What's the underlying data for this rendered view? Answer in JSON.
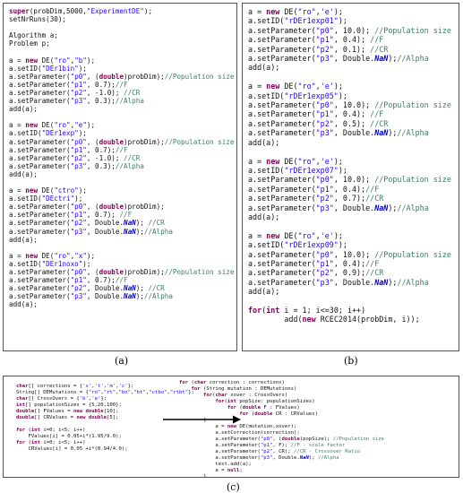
{
  "panel_a": [
    [
      [
        "kw",
        "super"
      ],
      [
        "t",
        "(probDim,5000,"
      ],
      [
        "str",
        "\"ExperimentDE\""
      ],
      [
        "t",
        ");"
      ]
    ],
    [
      [
        "t",
        "setNrRuns(30);"
      ]
    ],
    [],
    [
      [
        "t",
        "Algorithm a;"
      ]
    ],
    [
      [
        "t",
        "Problem p;"
      ]
    ],
    [],
    [
      [
        "t",
        "a = "
      ],
      [
        "kw",
        "new"
      ],
      [
        "t",
        " DE("
      ],
      [
        "str",
        "\"ro\""
      ],
      [
        "t",
        ","
      ],
      [
        "str",
        "\"b\""
      ],
      [
        "t",
        ");"
      ]
    ],
    [
      [
        "t",
        "a.setID("
      ],
      [
        "str",
        "\"DEr1bin\""
      ],
      [
        "t",
        ");"
      ]
    ],
    [
      [
        "t",
        "a.setParameter("
      ],
      [
        "str",
        "\"p0\""
      ],
      [
        "t",
        ", ("
      ],
      [
        "kw",
        "double"
      ],
      [
        "t",
        ")probDim);"
      ],
      [
        "cm",
        "//Population size"
      ]
    ],
    [
      [
        "t",
        "a.setParameter("
      ],
      [
        "str",
        "\"p1\""
      ],
      [
        "t",
        ", 0.7);"
      ],
      [
        "cm",
        "//F"
      ]
    ],
    [
      [
        "t",
        "a.setParameter("
      ],
      [
        "str",
        "\"p2\""
      ],
      [
        "t",
        ", -1.0); "
      ],
      [
        "cm",
        "//CR"
      ]
    ],
    [
      [
        "t",
        "a.setParameter("
      ],
      [
        "str",
        "\"p3\""
      ],
      [
        "t",
        ", 0.3);"
      ],
      [
        "cm",
        "//Alpha"
      ]
    ],
    [
      [
        "t",
        "add(a);"
      ]
    ],
    [],
    [
      [
        "t",
        "a = "
      ],
      [
        "kw",
        "new"
      ],
      [
        "t",
        " DE("
      ],
      [
        "str",
        "\"ro\""
      ],
      [
        "t",
        ","
      ],
      [
        "str",
        "\"e\""
      ],
      [
        "t",
        ");"
      ]
    ],
    [
      [
        "t",
        "a.setID("
      ],
      [
        "str",
        "\"DEr1exp\""
      ],
      [
        "t",
        ");"
      ]
    ],
    [
      [
        "t",
        "a.setParameter("
      ],
      [
        "str",
        "\"p0\""
      ],
      [
        "t",
        ", ("
      ],
      [
        "kw",
        "double"
      ],
      [
        "t",
        ")probDim);"
      ],
      [
        "cm",
        "//Population size"
      ]
    ],
    [
      [
        "t",
        "a.setParameter("
      ],
      [
        "str",
        "\"p1\""
      ],
      [
        "t",
        ", 0.7);"
      ],
      [
        "cm",
        "//F"
      ]
    ],
    [
      [
        "t",
        "a.setParameter("
      ],
      [
        "str",
        "\"p2\""
      ],
      [
        "t",
        ", -1.0); "
      ],
      [
        "cm",
        "//CR"
      ]
    ],
    [
      [
        "t",
        "a.setParameter("
      ],
      [
        "str",
        "\"p3\""
      ],
      [
        "t",
        ", 0.3);"
      ],
      [
        "cm",
        "//Alpha"
      ]
    ],
    [
      [
        "t",
        "add(a);"
      ]
    ],
    [],
    [
      [
        "t",
        "a = "
      ],
      [
        "kw",
        "new"
      ],
      [
        "t",
        " DE("
      ],
      [
        "str",
        "\"ctro\""
      ],
      [
        "t",
        ");"
      ]
    ],
    [
      [
        "t",
        "a.setID("
      ],
      [
        "str",
        "\"DEctri\""
      ],
      [
        "t",
        ");"
      ]
    ],
    [
      [
        "t",
        "a.setParameter("
      ],
      [
        "str",
        "\"p0\""
      ],
      [
        "t",
        ", ("
      ],
      [
        "kw",
        "double"
      ],
      [
        "t",
        ")probDim);"
      ]
    ],
    [
      [
        "t",
        "a.setParameter("
      ],
      [
        "str",
        "\"p1\""
      ],
      [
        "t",
        ", 0.7); "
      ],
      [
        "cm",
        "//F"
      ]
    ],
    [
      [
        "t",
        "a.setParameter("
      ],
      [
        "str",
        "\"p2\""
      ],
      [
        "t",
        ", Double."
      ],
      [
        "fld",
        "NaN"
      ],
      [
        "t",
        "); "
      ],
      [
        "cm",
        "//CR"
      ]
    ],
    [
      [
        "t",
        "a.setParameter("
      ],
      [
        "str",
        "\"p3\""
      ],
      [
        "t",
        ", Double."
      ],
      [
        "fld",
        "NaN"
      ],
      [
        "t",
        ");"
      ],
      [
        "cm",
        "//Alpha"
      ]
    ],
    [
      [
        "t",
        "add(a);"
      ]
    ],
    [],
    [
      [
        "t",
        "a = "
      ],
      [
        "kw",
        "new"
      ],
      [
        "t",
        " DE("
      ],
      [
        "str",
        "\"ro\""
      ],
      [
        "t",
        ","
      ],
      [
        "str",
        "\"x\""
      ],
      [
        "t",
        ");"
      ]
    ],
    [
      [
        "t",
        "a.setID("
      ],
      [
        "str",
        "\"DEr1noxo\""
      ],
      [
        "t",
        ");"
      ]
    ],
    [
      [
        "t",
        "a.setParameter("
      ],
      [
        "str",
        "\"p0\""
      ],
      [
        "t",
        ", ("
      ],
      [
        "kw",
        "double"
      ],
      [
        "t",
        ")probDim);"
      ],
      [
        "cm",
        "//Population size"
      ]
    ],
    [
      [
        "t",
        "a.setParameter("
      ],
      [
        "str",
        "\"p1\""
      ],
      [
        "t",
        ", 0.7);"
      ],
      [
        "cm",
        "//F"
      ]
    ],
    [
      [
        "t",
        "a.setParameter("
      ],
      [
        "str",
        "\"p2\""
      ],
      [
        "t",
        ", Double."
      ],
      [
        "fld",
        "NaN"
      ],
      [
        "t",
        "); "
      ],
      [
        "cm",
        "//CR"
      ]
    ],
    [
      [
        "t",
        "a.setParameter("
      ],
      [
        "str",
        "\"p3\""
      ],
      [
        "t",
        ", Double."
      ],
      [
        "fld",
        "NaN"
      ],
      [
        "t",
        ");"
      ],
      [
        "cm",
        "//Alpha"
      ]
    ],
    [
      [
        "t",
        "add(a);"
      ]
    ]
  ],
  "panel_b": [
    [
      [
        "t",
        "a = "
      ],
      [
        "kw",
        "new"
      ],
      [
        "t",
        " DE("
      ],
      [
        "str",
        "\"ro\""
      ],
      [
        "t",
        ","
      ],
      [
        "str",
        "'e'"
      ],
      [
        "t",
        ");"
      ]
    ],
    [
      [
        "t",
        "a.setID("
      ],
      [
        "str",
        "\"rDEr1exp01\""
      ],
      [
        "t",
        ");"
      ]
    ],
    [
      [
        "t",
        "a.setParameter("
      ],
      [
        "str",
        "\"p0\""
      ],
      [
        "t",
        ", 10.0); "
      ],
      [
        "cm",
        "//Population size"
      ]
    ],
    [
      [
        "t",
        "a.setParameter("
      ],
      [
        "str",
        "\"p1\""
      ],
      [
        "t",
        ", 0.4); "
      ],
      [
        "cm",
        "//F"
      ]
    ],
    [
      [
        "t",
        "a.setParameter("
      ],
      [
        "str",
        "\"p2\""
      ],
      [
        "t",
        ", 0.1); "
      ],
      [
        "cm",
        "//CR"
      ]
    ],
    [
      [
        "t",
        "a.setParameter("
      ],
      [
        "str",
        "\"p3\""
      ],
      [
        "t",
        ", Double."
      ],
      [
        "fld",
        "NaN"
      ],
      [
        "t",
        ");"
      ],
      [
        "cm",
        "//Alpha"
      ]
    ],
    [
      [
        "t",
        "add(a);"
      ]
    ],
    [],
    [
      [
        "t",
        "a = "
      ],
      [
        "kw",
        "new"
      ],
      [
        "t",
        " DE("
      ],
      [
        "str",
        "\"ro\""
      ],
      [
        "t",
        ","
      ],
      [
        "str",
        "'e'"
      ],
      [
        "t",
        ");"
      ]
    ],
    [
      [
        "t",
        "a.setID("
      ],
      [
        "str",
        "\"rDEr1exp05\""
      ],
      [
        "t",
        ");"
      ]
    ],
    [
      [
        "t",
        "a.setParameter("
      ],
      [
        "str",
        "\"p0\""
      ],
      [
        "t",
        ", 10.0); "
      ],
      [
        "cm",
        "//Population size"
      ]
    ],
    [
      [
        "t",
        "a.setParameter("
      ],
      [
        "str",
        "\"p1\""
      ],
      [
        "t",
        ", 0.4); "
      ],
      [
        "cm",
        "//F"
      ]
    ],
    [
      [
        "t",
        "a.setParameter("
      ],
      [
        "str",
        "\"p2\""
      ],
      [
        "t",
        ", 0.5); "
      ],
      [
        "cm",
        "//CR"
      ]
    ],
    [
      [
        "t",
        "a.setParameter("
      ],
      [
        "str",
        "\"p3\""
      ],
      [
        "t",
        ", Double."
      ],
      [
        "fld",
        "NaN"
      ],
      [
        "t",
        ");"
      ],
      [
        "cm",
        "//Alpha"
      ]
    ],
    [
      [
        "t",
        "add(a);"
      ]
    ],
    [],
    [
      [
        "t",
        "a = "
      ],
      [
        "kw",
        "new"
      ],
      [
        "t",
        " DE("
      ],
      [
        "str",
        "\"ro\""
      ],
      [
        "t",
        ","
      ],
      [
        "str",
        "'e'"
      ],
      [
        "t",
        ");"
      ]
    ],
    [
      [
        "t",
        "a.setID("
      ],
      [
        "str",
        "\"rDEr1exp07\""
      ],
      [
        "t",
        ");"
      ]
    ],
    [
      [
        "t",
        "a.setParameter("
      ],
      [
        "str",
        "\"p0\""
      ],
      [
        "t",
        ", 10.0); "
      ],
      [
        "cm",
        "//Population size"
      ]
    ],
    [
      [
        "t",
        "a.setParameter("
      ],
      [
        "str",
        "\"p1\""
      ],
      [
        "t",
        ", 0.4);"
      ],
      [
        "cm",
        "//F"
      ]
    ],
    [
      [
        "t",
        "a.setParameter("
      ],
      [
        "str",
        "\"p2\""
      ],
      [
        "t",
        ", 0.7);"
      ],
      [
        "cm",
        "//CR"
      ]
    ],
    [
      [
        "t",
        "a.setParameter("
      ],
      [
        "str",
        "\"p3\""
      ],
      [
        "t",
        ", Double."
      ],
      [
        "fld",
        "NaN"
      ],
      [
        "t",
        ");"
      ],
      [
        "cm",
        "//Alpha"
      ]
    ],
    [
      [
        "t",
        "add(a);"
      ]
    ],
    [],
    [
      [
        "t",
        "a = "
      ],
      [
        "kw",
        "new"
      ],
      [
        "t",
        " DE("
      ],
      [
        "str",
        "\"ro\""
      ],
      [
        "t",
        ","
      ],
      [
        "str",
        "'e'"
      ],
      [
        "t",
        ");"
      ]
    ],
    [
      [
        "t",
        "a.setID("
      ],
      [
        "str",
        "\"rDEr1exp09\""
      ],
      [
        "t",
        ");"
      ]
    ],
    [
      [
        "t",
        "a.setParameter("
      ],
      [
        "str",
        "\"p0\""
      ],
      [
        "t",
        ", 10.0); "
      ],
      [
        "cm",
        "//Population size"
      ]
    ],
    [
      [
        "t",
        "a.setParameter("
      ],
      [
        "str",
        "\"p1\""
      ],
      [
        "t",
        ", 0.4);"
      ],
      [
        "cm",
        "//F"
      ]
    ],
    [
      [
        "t",
        "a.setParameter("
      ],
      [
        "str",
        "\"p2\""
      ],
      [
        "t",
        ", 0.9);"
      ],
      [
        "cm",
        "//CR"
      ]
    ],
    [
      [
        "t",
        "a.setParameter("
      ],
      [
        "str",
        "\"p3\""
      ],
      [
        "t",
        ", Double."
      ],
      [
        "fld",
        "NaN"
      ],
      [
        "t",
        ");"
      ],
      [
        "cm",
        "//Alpha"
      ]
    ],
    [
      [
        "t",
        "add(a);"
      ]
    ],
    [],
    [
      [
        "kw",
        "for"
      ],
      [
        "t",
        "("
      ],
      [
        "kw",
        "int"
      ],
      [
        "t",
        " i = 1; i<=30; i++)"
      ]
    ],
    [
      [
        "t",
        "        add("
      ],
      [
        "kw",
        "new"
      ],
      [
        "t",
        " RCEC2014(probDim, i));"
      ]
    ]
  ],
  "panel_c_left": [
    [
      [
        "kw",
        "char"
      ],
      [
        "t",
        "[] corrections = {"
      ],
      [
        "str",
        "'s'"
      ],
      [
        "t",
        ","
      ],
      [
        "str",
        "'t'"
      ],
      [
        "t",
        ","
      ],
      [
        "str",
        "'m'"
      ],
      [
        "t",
        ","
      ],
      [
        "str",
        "'c'"
      ],
      [
        "t",
        "};"
      ]
    ],
    [
      [
        "t",
        "String[] DEMutations = {"
      ],
      [
        "str",
        "\"ro\""
      ],
      [
        "t",
        ","
      ],
      [
        "str",
        "\"rt\""
      ],
      [
        "t",
        ","
      ],
      [
        "str",
        "\"bo\""
      ],
      [
        "t",
        ","
      ],
      [
        "str",
        "\"bt\""
      ],
      [
        "t",
        ","
      ],
      [
        "str",
        "\"ctbo\""
      ],
      [
        "t",
        ","
      ],
      [
        "str",
        "\"rtbt\""
      ],
      [
        "t",
        "};"
      ]
    ],
    [
      [
        "kw",
        "char"
      ],
      [
        "t",
        "[] CrossOvers = {"
      ],
      [
        "str",
        "'b'"
      ],
      [
        "t",
        ","
      ],
      [
        "str",
        "'e'"
      ],
      [
        "t",
        "};"
      ]
    ],
    [
      [
        "kw",
        "int"
      ],
      [
        "t",
        "[] populationSizes = {5,20,100};"
      ]
    ],
    [
      [
        "kw",
        "double"
      ],
      [
        "t",
        "[] FValues = "
      ],
      [
        "kw",
        "new double"
      ],
      [
        "t",
        "[10];"
      ]
    ],
    [
      [
        "kw",
        "double"
      ],
      [
        "t",
        "[] CRValues = "
      ],
      [
        "kw",
        "new double"
      ],
      [
        "t",
        "[5];"
      ]
    ],
    [],
    [
      [
        "kw",
        "for"
      ],
      [
        "t",
        " ("
      ],
      [
        "kw",
        "int"
      ],
      [
        "t",
        " i=0; i<5; i++)"
      ]
    ],
    [
      [
        "t",
        "    FValues[i] = 0.05+i*(1.95/9.0);"
      ]
    ],
    [
      [
        "kw",
        "for"
      ],
      [
        "t",
        " ("
      ],
      [
        "kw",
        "int"
      ],
      [
        "t",
        " i=0; i<5; i++)"
      ]
    ],
    [
      [
        "t",
        "    CRValues[i] = 0.05 +i*(0.94/4.0);"
      ]
    ]
  ],
  "panel_c_right": [
    [
      [
        "kw",
        "for"
      ],
      [
        "t",
        " ("
      ],
      [
        "kw",
        "char"
      ],
      [
        "t",
        " correction : corrections)"
      ]
    ],
    [
      [
        "t",
        "    "
      ],
      [
        "kw",
        "for"
      ],
      [
        "t",
        " (String mutation : DEMutations)"
      ]
    ],
    [
      [
        "t",
        "        "
      ],
      [
        "kw",
        "for"
      ],
      [
        "t",
        "("
      ],
      [
        "kw",
        "char"
      ],
      [
        "t",
        " xover : CrossOvers)"
      ]
    ],
    [
      [
        "t",
        "            "
      ],
      [
        "kw",
        "for"
      ],
      [
        "t",
        "("
      ],
      [
        "kw",
        "int"
      ],
      [
        "t",
        " popSize: populationSizes)"
      ]
    ],
    [
      [
        "t",
        "                "
      ],
      [
        "kw",
        "for"
      ],
      [
        "t",
        " ("
      ],
      [
        "kw",
        "double"
      ],
      [
        "t",
        " F : FValues)"
      ]
    ],
    [
      [
        "t",
        "                    "
      ],
      [
        "kw",
        "for"
      ],
      [
        "t",
        " ("
      ],
      [
        "kw",
        "double"
      ],
      [
        "t",
        " CR : CRValues)"
      ]
    ],
    [
      [
        "t",
        "        {"
      ]
    ],
    [
      [
        "t",
        "            a = "
      ],
      [
        "kw",
        "new"
      ],
      [
        "t",
        " DE(mutation,xover);"
      ]
    ],
    [
      [
        "t",
        "            a.setCorrection(correction);"
      ]
    ],
    [
      [
        "t",
        "            a.setParameter("
      ],
      [
        "str",
        "\"p0\""
      ],
      [
        "t",
        ", ("
      ],
      [
        "kw",
        "double"
      ],
      [
        "t",
        ")popSize); "
      ],
      [
        "cm",
        "//Population size"
      ]
    ],
    [
      [
        "t",
        "            a.setParameter("
      ],
      [
        "str",
        "\"p1\""
      ],
      [
        "t",
        ", F); "
      ],
      [
        "cm",
        "//F - scale factor"
      ]
    ],
    [
      [
        "t",
        "            a.setParameter("
      ],
      [
        "str",
        "\"p2\""
      ],
      [
        "t",
        ", CR); "
      ],
      [
        "cm",
        "//CR - Crossover Ratio"
      ]
    ],
    [
      [
        "t",
        "            a.setParameter("
      ],
      [
        "str",
        "\"p3\""
      ],
      [
        "t",
        ", Double."
      ],
      [
        "fld",
        "NaN"
      ],
      [
        "t",
        "); "
      ],
      [
        "cm",
        "//Alpha"
      ]
    ],
    [
      [
        "t",
        "            test.add(a);"
      ]
    ],
    [
      [
        "t",
        "            a = "
      ],
      [
        "kw",
        "null"
      ],
      [
        "t",
        ";"
      ]
    ],
    [
      [
        "t",
        "        }"
      ]
    ]
  ],
  "captions": {
    "a": "(a)",
    "b": "(b)",
    "c": "(c)"
  },
  "colors": {
    "keyword": "#7f0055",
    "string": "#2a00ff",
    "comment": "#3f7f5f",
    "constant": "#0000c0",
    "text": "#111111"
  }
}
